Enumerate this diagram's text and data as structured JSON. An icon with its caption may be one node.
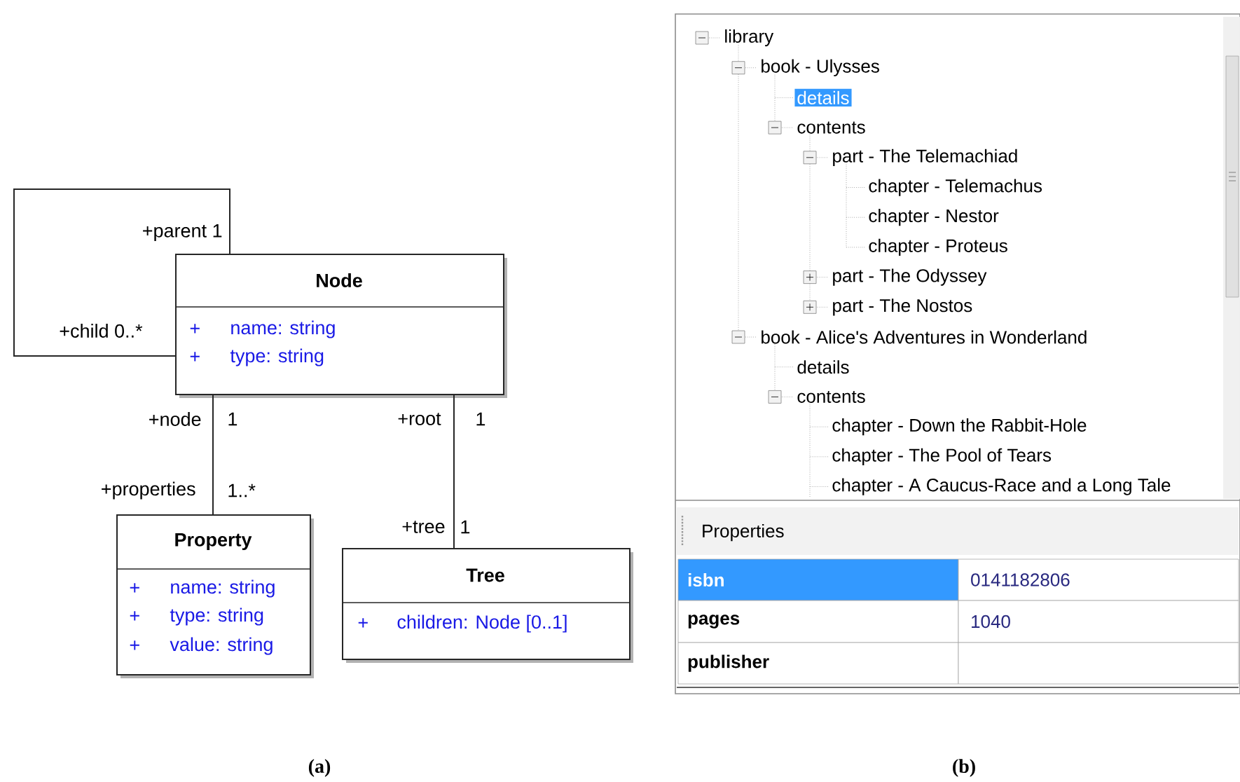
{
  "diagram": {
    "nodes": [
      {
        "text": [
          "Node",
          "+",
          "name:  string",
          "+",
          "type:  string"
        ]
      },
      {
        "text": [
          "Property",
          "+",
          "name:  string",
          "+",
          "type:  string",
          "+",
          "value:  string"
        ]
      },
      {
        "text": [
          "Tree",
          "+",
          "children:  Node [0..1]"
        ]
      }
    ],
    "edges": [
      {
        "from": 0,
        "to": 0,
        "arrow": "none"
      },
      {
        "from": 0,
        "to": 1,
        "arrow": "none"
      },
      {
        "from": 0,
        "to": 2,
        "arrow": "none"
      }
    ],
    "labels": [
      "+parent 1",
      "+child 0..*",
      "+node",
      "1",
      "+root",
      "1",
      "+properties",
      "1..*",
      "+tree",
      "1",
      "library",
      "book - Ulysses",
      "details",
      "contents",
      "part - The Telemachiad",
      "chapter - Telemachus",
      "chapter - Nestor",
      "chapter - Proteus",
      "part - The Odyssey",
      "part - The Nostos",
      "book - Alice's Adventures in Wonderland",
      "details",
      "contents",
      "chapter - Down the Rabbit-Hole",
      "chapter - The Pool of Tears",
      "chapter - A Caucus-Race and a Long Tale",
      "Properties",
      "isbn",
      "0141182806",
      "pages",
      "1040",
      "publisher",
      "(a)",
      "(b)"
    ]
  }
}
